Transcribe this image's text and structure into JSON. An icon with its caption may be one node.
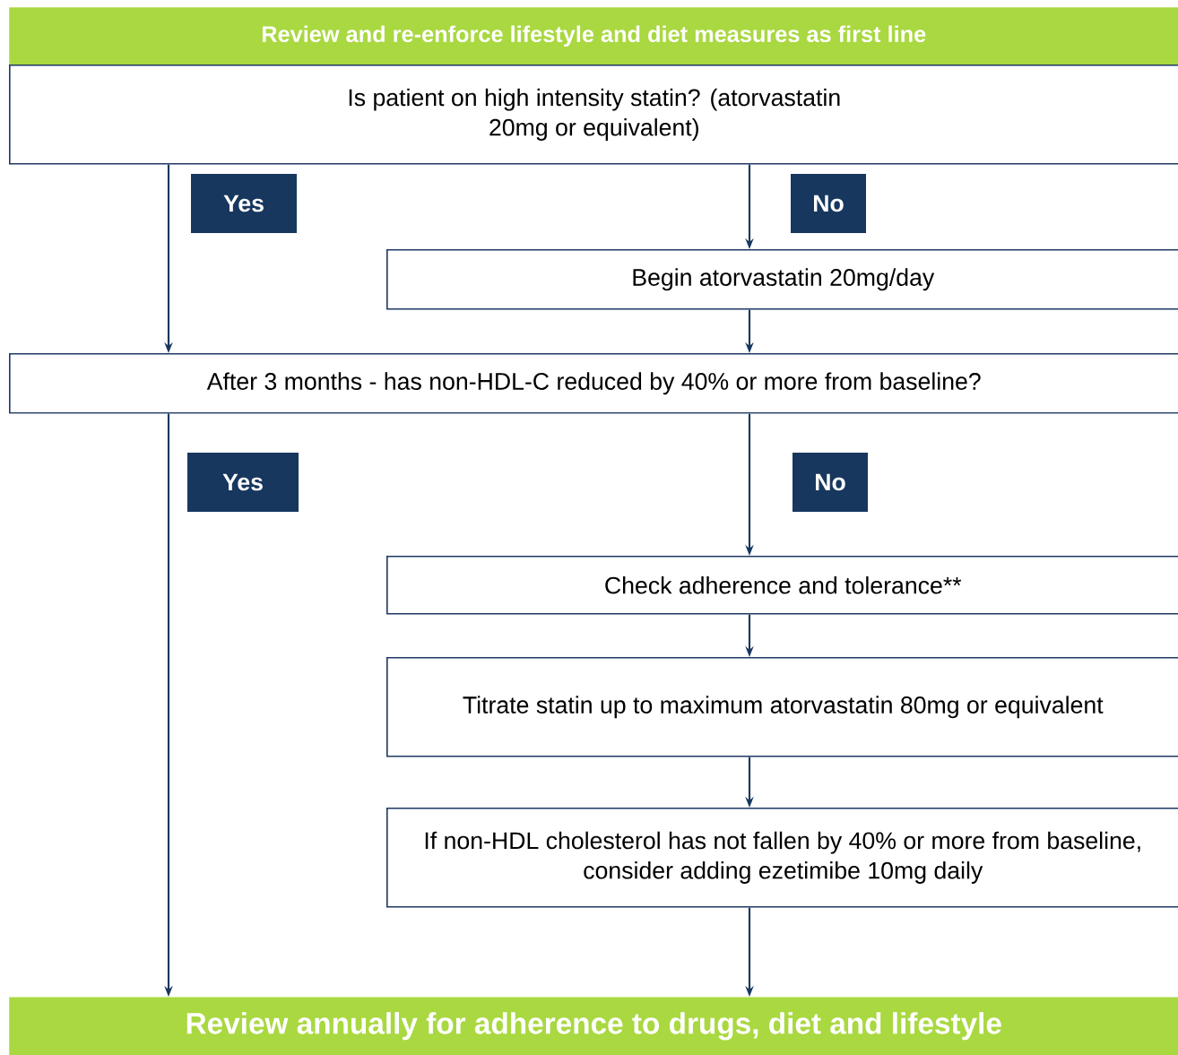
{
  "diagram": {
    "nodes": [
      {
        "text": [
          "Review and re-enforce lifestyle and diet measures as first line"
        ]
      },
      {
        "text": [
          "Is patient on high intensity statin? (atorvastatin 20mg or equivalent)"
        ]
      },
      {
        "text": [
          "Begin atorvastatin 20mg/day"
        ]
      },
      {
        "text": [
          "After 3 months - has non-HDL-C reduced by 40% or more from baseline?"
        ]
      },
      {
        "text": [
          "Check adherence and tolerance**"
        ]
      },
      {
        "text": [
          "Titrate statin up to maximum atorvastatin 80mg or equivalent"
        ]
      },
      {
        "text": [
          "If non-HDL cholesterol has not fallen by 40% or more from baseline, consider adding ezetimibe 10mg daily"
        ]
      },
      {
        "text": [
          "Review annually for adherence to drugs, diet and lifestyle"
        ]
      }
    ],
    "edges": [
      {
        "from": 1,
        "to": 3,
        "arrow": "to",
        "label": "Yes"
      },
      {
        "from": 1,
        "to": 2,
        "arrow": "to",
        "label": "No"
      },
      {
        "from": 2,
        "to": 3,
        "arrow": "to"
      },
      {
        "from": 3,
        "to": 7,
        "arrow": "to",
        "label": "Yes"
      },
      {
        "from": 3,
        "to": 4,
        "arrow": "to",
        "label": "No"
      },
      {
        "from": 4,
        "to": 5,
        "arrow": "to"
      },
      {
        "from": 5,
        "to": 6,
        "arrow": "to"
      },
      {
        "from": 6,
        "to": 7,
        "arrow": "to"
      }
    ]
  }
}
